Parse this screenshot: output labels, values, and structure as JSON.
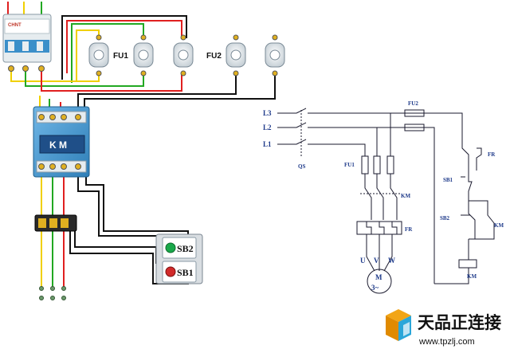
{
  "wiring": {
    "fuse_group_1": "FU1",
    "fuse_group_2": "FU2",
    "breaker_brand": "CHNT",
    "contactor_face": "K M",
    "button_start": "SB2",
    "button_stop": "SB1"
  },
  "schematic": {
    "phases": [
      "L3",
      "L2",
      "L1"
    ],
    "main_switch": "QS",
    "fuse_main": "FU1",
    "fuse_control": "FU2",
    "contactor": "KM",
    "overload": "FR",
    "terminals": [
      "U",
      "V",
      "W"
    ],
    "motor_letter": "M",
    "motor_phase": "3~",
    "stop_button": "SB1",
    "start_button": "SB2",
    "aux_contact": "KM",
    "control_overload": "FR",
    "coil": "KM"
  },
  "watermark": {
    "title": "天品正连接",
    "url": "www.tpzlj.com"
  },
  "colors": {
    "wire_red": "#e02020",
    "wire_green": "#22a822",
    "wire_yellow": "#f0d000",
    "wire_black": "#111111",
    "device_blue": "#3b8fc9",
    "label_blue": "#1e3a8a"
  }
}
